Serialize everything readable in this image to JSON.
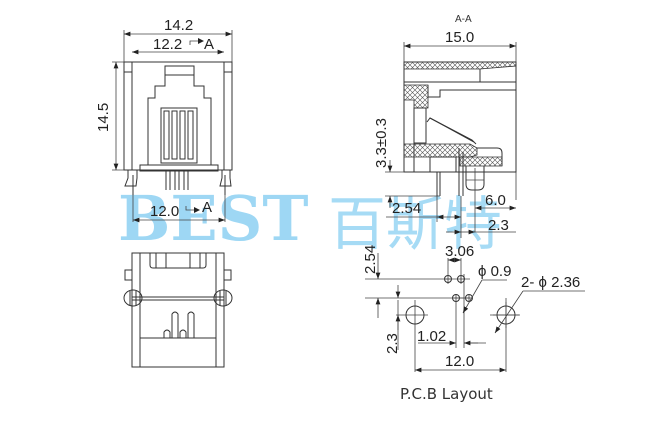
{
  "drawing": {
    "front_view": {
      "dim_total_width": "14.2",
      "dim_inner_width": "12.2",
      "section_marker_top": "A",
      "dim_height": "14.5",
      "dim_pin_span": "12.0",
      "section_marker_bottom": "A"
    },
    "section_view": {
      "title": "A-A",
      "dim_depth": "15.0",
      "dim_pin_length": "3.3±0.3",
      "dim_pitch": "2.54",
      "dim_post_offset": "6.0",
      "dim_post_to_pin": "2.3"
    },
    "pcb_layout": {
      "caption": "P.C.B Layout",
      "dim_row_spacing": "2.54",
      "dim_pin_pitch": "3.06",
      "dim_hole_small": "ϕ 0.9",
      "dim_hole_large": "2- ϕ 2.36",
      "dim_post_row": "2.3",
      "dim_offset": "1.02",
      "dim_post_span": "12.0"
    },
    "watermark": {
      "latin": "BEST",
      "chinese": "百斯特",
      "color": "#4fb8ec"
    }
  }
}
